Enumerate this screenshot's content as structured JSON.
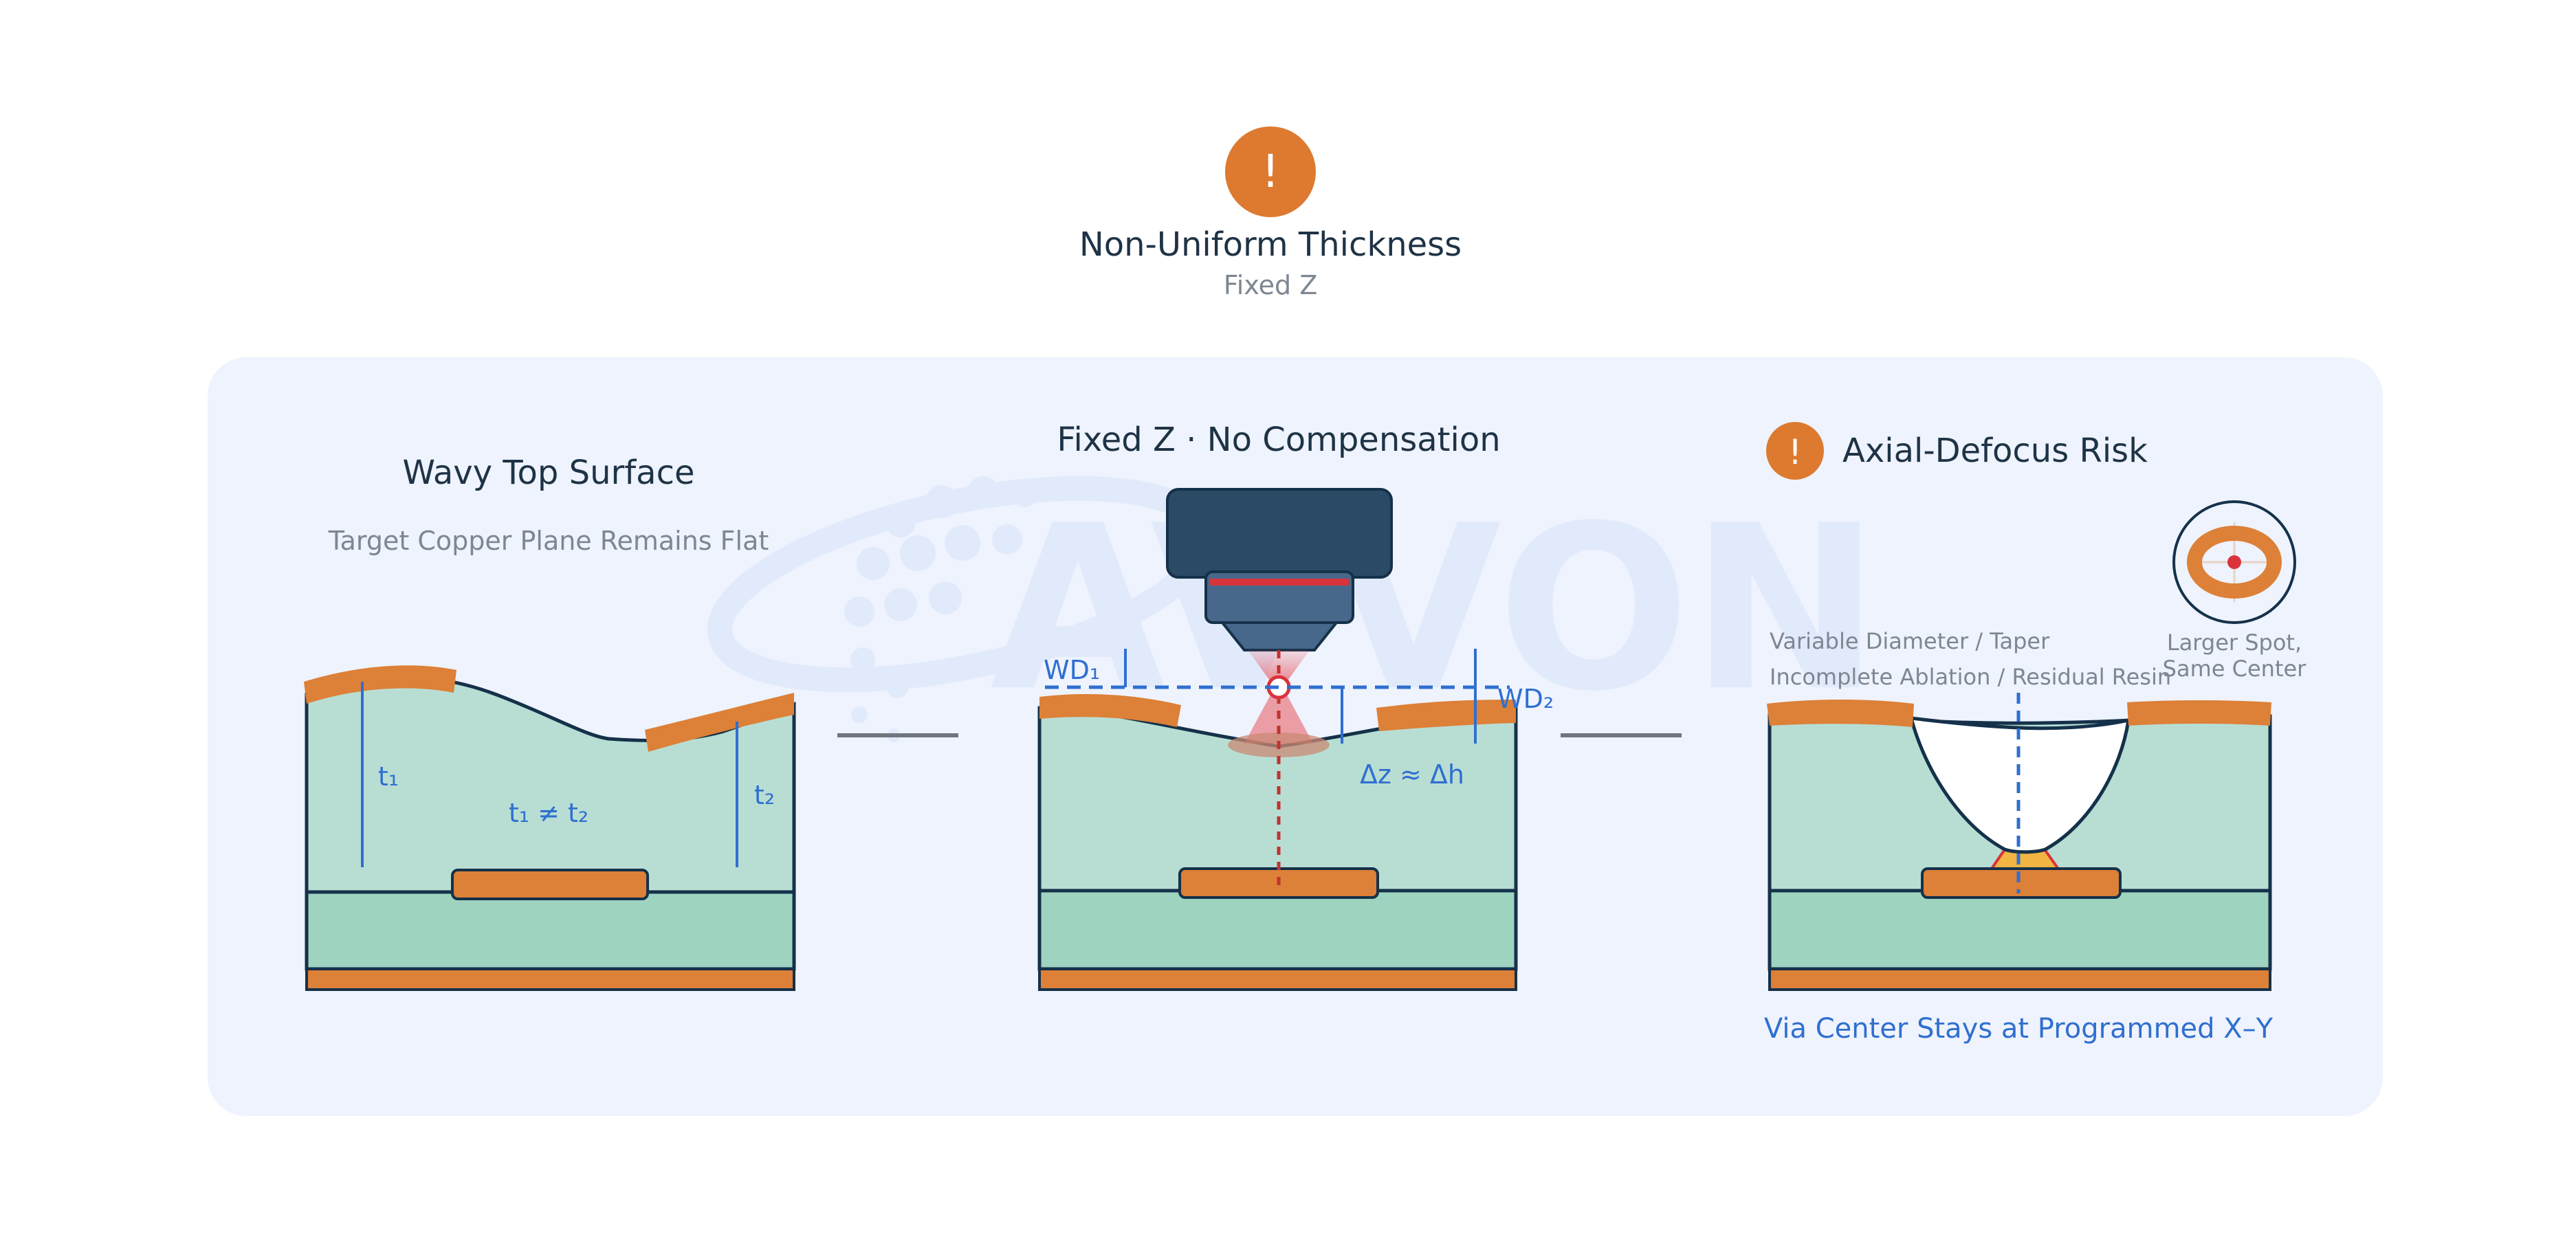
{
  "header": {
    "icon": "exclamation-icon",
    "icon_glyph": "!",
    "title": "Non-Uniform Thickness",
    "subtitle": "Fixed Z"
  },
  "colors": {
    "accent_orange": "#dd8038",
    "panel_bg": "#eef3fd",
    "resin": "#b8ded4",
    "core": "#9ed3c0",
    "blue_annotation": "#2f6fd0",
    "laser_red": "#d9343c",
    "dark_navy": "#15314a"
  },
  "watermark": "AVVON",
  "left_panel": {
    "title": "Wavy Top Surface",
    "subtitle": "Target Copper Plane Remains Flat",
    "t1_label": "t₁",
    "t2_label": "t₂",
    "neq_label": "t₁ ≠ t₂"
  },
  "middle_panel": {
    "title": "Fixed Z · No Compensation",
    "wd1_label": "WD₁",
    "wd2_label": "WD₂",
    "dz_label": "Δz ≈ Δh",
    "head_icon": "laser-head-icon"
  },
  "right_panel": {
    "title": "Axial-Defocus Risk",
    "icon_glyph": "!",
    "note_line1": "Variable Diameter / Taper",
    "note_line2": "Incomplete Ablation / Residual Resin",
    "spot_icon": "defocused-spot-icon",
    "spot_line1": "Larger Spot,",
    "spot_line2": "Same Center",
    "footer": "Via Center Stays at Programmed X–Y"
  }
}
